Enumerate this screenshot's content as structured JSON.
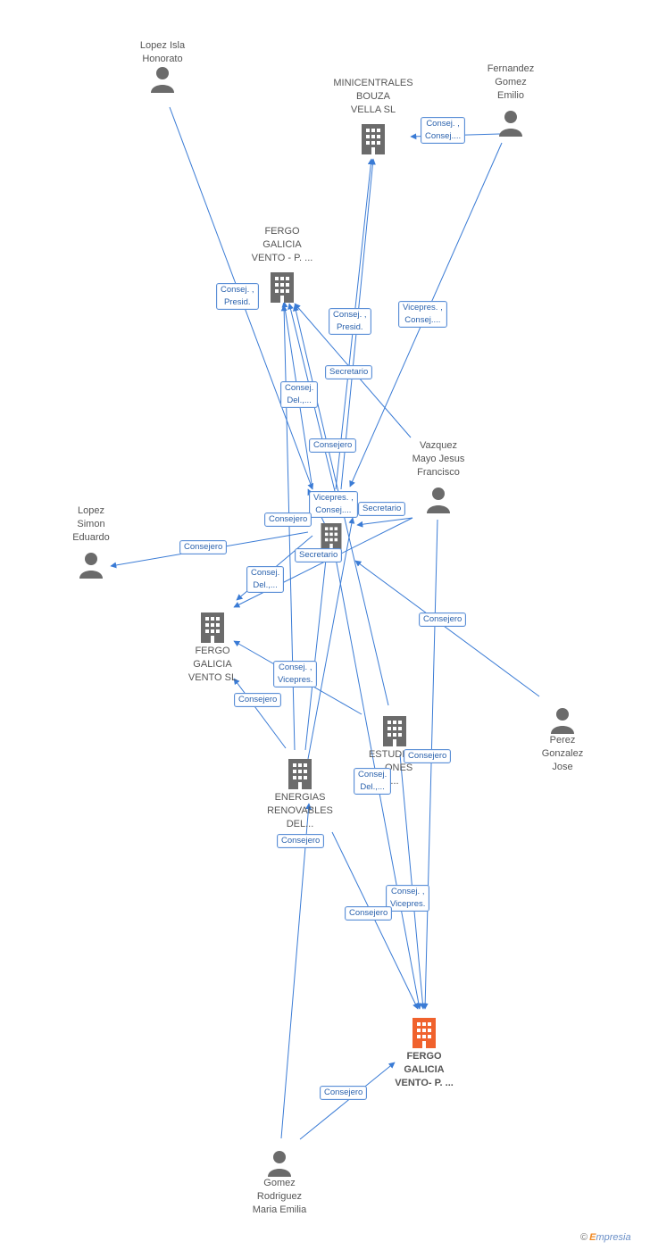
{
  "colors": {
    "edge": "#3a7bd5",
    "node_icon": "#6b6b6b",
    "main_icon": "#f0622d",
    "badge_border": "#5b8fd6",
    "badge_text": "#2b62ad"
  },
  "nodes": {
    "lopez_isla": {
      "label": "Lopez Isla\nHonorato",
      "type": "person"
    },
    "minicentrales": {
      "label": "MINICENTRALES\nBOUZA\nVELLA SL",
      "type": "company"
    },
    "fernandez": {
      "label": "Fernandez\nGomez\nEmilio",
      "type": "person"
    },
    "fergo_galicia_vento_p": {
      "label": "FERGO\nGALICIA\nVENTO - P. ...",
      "type": "company"
    },
    "vazquez": {
      "label": "Vazquez\nMayo Jesus\nFrancisco",
      "type": "person"
    },
    "lopez_simon": {
      "label": "Lopez\nSimon\nEduardo",
      "type": "person"
    },
    "fergo_galicia_vento_sl": {
      "label": "FERGO\nGALICIA\nVENTO SL",
      "type": "company"
    },
    "perez": {
      "label": "Perez\nGonzalez\nJose",
      "type": "person"
    },
    "estudios": {
      "label": "ESTUDIO...\n...ONES\n...",
      "type": "company"
    },
    "energias": {
      "label": "ENERGIAS\nRENOVABLES\nDEL...",
      "type": "company"
    },
    "main": {
      "label": "FERGO\nGALICIA\nVENTO- P. ...",
      "type": "main"
    },
    "gomez": {
      "label": "Gomez\nRodriguez\nMaria Emilia",
      "type": "person"
    }
  },
  "badges": [
    "Consej. ,\nConsej....",
    "Consej. ,\nPresid.",
    "Consej. ,\nPresid.",
    "Vicepres. ,\nConsej....",
    "Secretario",
    "Consej.\nDel.,...",
    "Consejero",
    "Vicepres. ,\nConsej....",
    "Secretario",
    "Consejero",
    "Consejero",
    "Secretario",
    "Consej.\nDel.,...",
    "Consejero",
    "Consej. ,\nVicepres.",
    "Consejero",
    "Consejero",
    "Consej.\nDel.,...",
    "Consejero",
    "Consej. ,\nVicepres.",
    "Consejero",
    "Consejero"
  ],
  "footer": {
    "copyright": "©",
    "brand_initial": "E",
    "brand_rest": "mpresia"
  }
}
